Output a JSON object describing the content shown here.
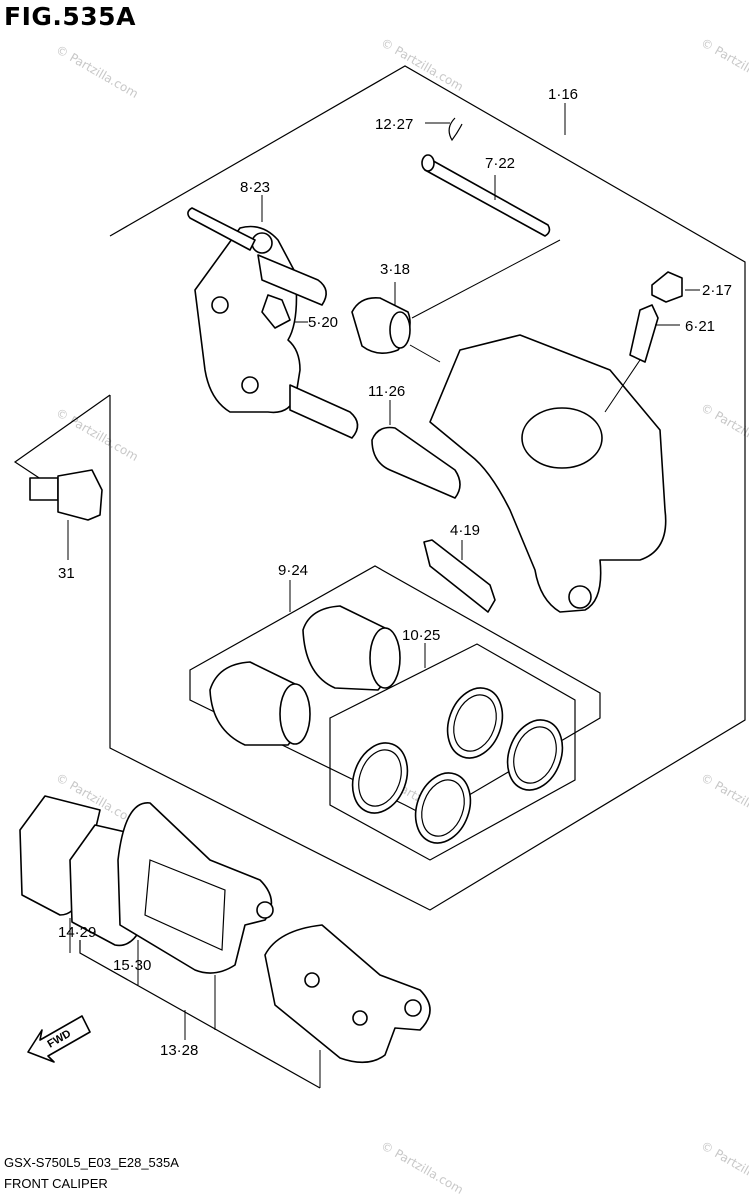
{
  "figure": {
    "title": "FIG.535A",
    "model_code": "GSX-S750L5_E03_E28_535A",
    "name": "FRONT CALIPER"
  },
  "watermark": {
    "text": "© Partzilla.com"
  },
  "callouts": {
    "c1_16": "1·16",
    "c12_27": "12·27",
    "c7_22": "7·22",
    "c8_23": "8·23",
    "c3_18": "3·18",
    "c2_17": "2·17",
    "c5_20": "5·20",
    "c6_21": "6·21",
    "c11_26": "11·26",
    "c31": "31",
    "c4_19": "4·19",
    "c9_24": "9·24",
    "c10_25": "10·25",
    "c14_29": "14·29",
    "c15_30": "15·30",
    "c13_28": "13·28"
  },
  "fwd_label": "FWD"
}
